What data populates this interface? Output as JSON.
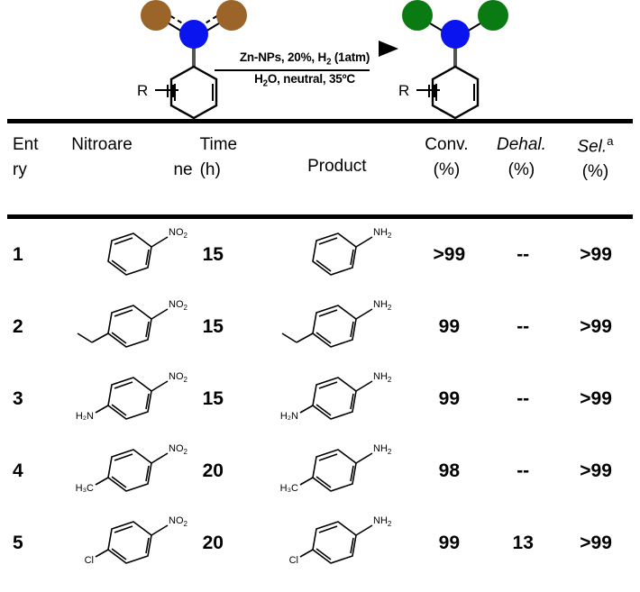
{
  "scheme": {
    "reactant": {
      "name": "nitroarene-generic",
      "r_label": "R",
      "center_atom": "N",
      "terminal_atoms": [
        "O",
        "O"
      ],
      "bond_order": "double",
      "center_color": "#0a14ee",
      "terminal_color": "#9b6428"
    },
    "product": {
      "name": "aniline-generic",
      "r_label": "R",
      "center_atom": "N",
      "terminal_atoms": [
        "H",
        "H"
      ],
      "bond_order": "single",
      "center_color": "#0a14ee",
      "terminal_color": "#0a7a12"
    },
    "conditions": {
      "above_line": "Zn-NPs, 20%, H",
      "above_sub": "2",
      "above_tail": " (1atm)",
      "below_line": "H",
      "below_sub": "2",
      "below_tail": "O, neutral, 35ºC"
    }
  },
  "table": {
    "headers": {
      "entry": {
        "line1": "Ent",
        "line2": "ry"
      },
      "nitroarene": {
        "line1": "Nitroare",
        "line2": "ne"
      },
      "time": {
        "line1": "Time",
        "line2": "(h)"
      },
      "product": {
        "line1": "Product",
        "line2": ""
      },
      "conv": {
        "line1": "Conv.",
        "line2": "(%)"
      },
      "dehal": {
        "line1": "Dehal.",
        "line2": "(%)"
      },
      "sel": {
        "line1": "Sel.",
        "superscript": "a",
        "line2": "(%)"
      }
    },
    "rows": [
      {
        "entry": "1",
        "substrate": {
          "name": "nitrobenzene",
          "top_label": "NO",
          "top_sub": "2",
          "left_label": "",
          "left_sub": "",
          "sub_type": "none"
        },
        "time": "15",
        "product": {
          "name": "aniline",
          "top_label": "NH",
          "top_sub": "2",
          "left_label": "",
          "left_sub": "",
          "sub_type": "none"
        },
        "conv": ">99",
        "dehal": "--",
        "sel": ">99"
      },
      {
        "entry": "2",
        "substrate": {
          "name": "4-ethylnitrobenzene",
          "top_label": "NO",
          "top_sub": "2",
          "left_label": "",
          "left_sub": "",
          "sub_type": "ethyl"
        },
        "time": "15",
        "product": {
          "name": "4-ethylaniline",
          "top_label": "NH",
          "top_sub": "2",
          "left_label": "",
          "left_sub": "",
          "sub_type": "ethyl"
        },
        "conv": "99",
        "dehal": "--",
        "sel": ">99"
      },
      {
        "entry": "3",
        "substrate": {
          "name": "4-nitroaniline",
          "top_label": "NO",
          "top_sub": "2",
          "left_label": "H₂N",
          "left_sub": "",
          "sub_type": "label"
        },
        "time": "15",
        "product": {
          "name": "p-phenylenediamine",
          "top_label": "NH",
          "top_sub": "2",
          "left_label": "H₂N",
          "left_sub": "",
          "sub_type": "label"
        },
        "conv": "99",
        "dehal": "--",
        "sel": ">99"
      },
      {
        "entry": "4",
        "substrate": {
          "name": "4-nitrotoluene",
          "top_label": "NO",
          "top_sub": "2",
          "left_label": "H₃C",
          "left_sub": "",
          "sub_type": "label"
        },
        "time": "20",
        "product": {
          "name": "p-toluidine",
          "top_label": "NH",
          "top_sub": "2",
          "left_label": "H₃C",
          "left_sub": "",
          "sub_type": "label"
        },
        "conv": "98",
        "dehal": "--",
        "sel": ">99"
      },
      {
        "entry": "5",
        "substrate": {
          "name": "4-chloronitrobenzene",
          "top_label": "NO",
          "top_sub": "2",
          "left_label": "Cl",
          "left_sub": "",
          "sub_type": "label"
        },
        "time": "20",
        "product": {
          "name": "4-chloroaniline",
          "top_label": "NH",
          "top_sub": "2",
          "left_label": "Cl",
          "left_sub": "",
          "sub_type": "label"
        },
        "conv": "99",
        "dehal": "13",
        "sel": ">99"
      }
    ]
  }
}
